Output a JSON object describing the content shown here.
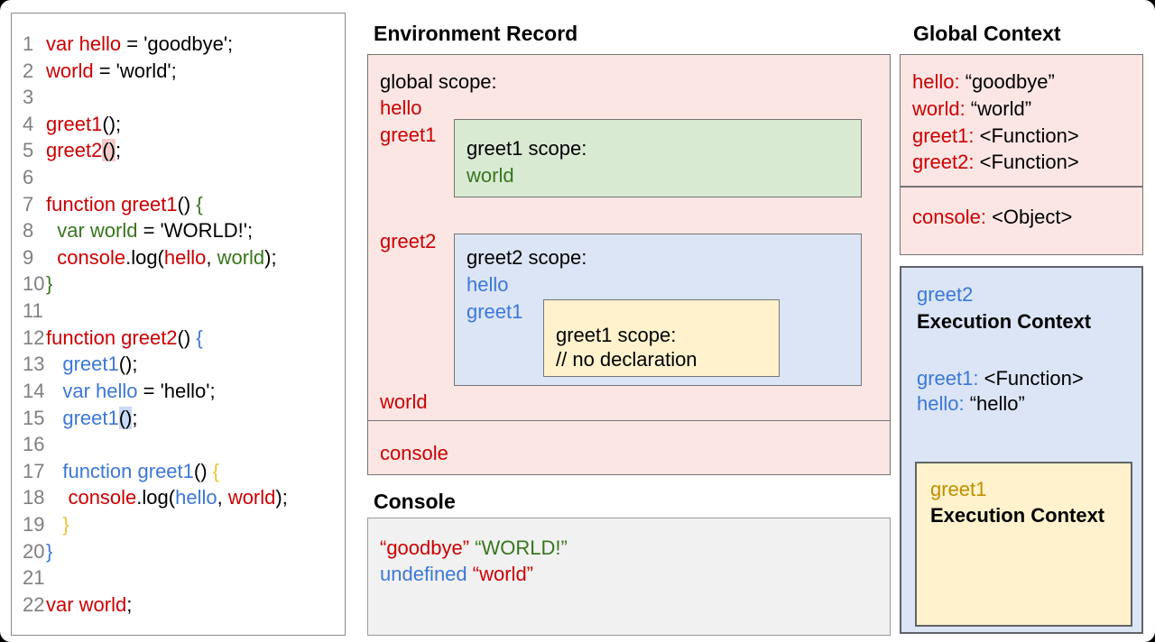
{
  "colors": {
    "red": "#cc0000",
    "green": "#38761d",
    "blue": "#3c78d8",
    "gold": "#bf9000",
    "light_gold": "#f1c232",
    "black": "#000000",
    "gray": "#808080",
    "pink_bg": "#fce6e4",
    "green_bg": "#d9ead3",
    "blue_bg": "#dbe5f6",
    "yellow_bg": "#fff2cc",
    "console_bg": "#f1f1f1",
    "highlight_red": "#f4cccc",
    "highlight_blue": "#c9daf8"
  },
  "code_panel": {
    "lines": [
      {
        "num": "1",
        "tokens": [
          {
            "t": "var hello",
            "c": "red"
          },
          {
            "t": " = 'goodbye';"
          }
        ]
      },
      {
        "num": "2",
        "tokens": [
          {
            "t": "world",
            "c": "red"
          },
          {
            "t": " = 'world';"
          }
        ]
      },
      {
        "num": "3",
        "tokens": []
      },
      {
        "num": "4",
        "tokens": [
          {
            "t": "greet1",
            "c": "red"
          },
          {
            "t": "();"
          }
        ]
      },
      {
        "num": "5",
        "tokens": [
          {
            "t": "greet2",
            "c": "red"
          },
          {
            "t": "()",
            "bg": "highlight_red"
          },
          {
            "t": ";"
          }
        ]
      },
      {
        "num": "6",
        "tokens": []
      },
      {
        "num": "7",
        "tokens": [
          {
            "t": "function greet1",
            "c": "red"
          },
          {
            "t": "() "
          },
          {
            "t": "{",
            "c": "green"
          }
        ]
      },
      {
        "num": "8",
        "tokens": [
          {
            "t": "  "
          },
          {
            "t": "var world",
            "c": "green"
          },
          {
            "t": " = 'WORLD!';"
          }
        ]
      },
      {
        "num": "9",
        "tokens": [
          {
            "t": "  "
          },
          {
            "t": "console",
            "c": "red"
          },
          {
            "t": ".log("
          },
          {
            "t": "hello",
            "c": "red"
          },
          {
            "t": ", "
          },
          {
            "t": "world",
            "c": "green"
          },
          {
            "t": ");"
          }
        ]
      },
      {
        "num": "10",
        "tokens": [
          {
            "t": "}",
            "c": "green"
          }
        ]
      },
      {
        "num": "11",
        "tokens": []
      },
      {
        "num": "12",
        "tokens": [
          {
            "t": "function greet2",
            "c": "red"
          },
          {
            "t": "() "
          },
          {
            "t": "{",
            "c": "blue"
          }
        ]
      },
      {
        "num": "13",
        "tokens": [
          {
            "t": "   "
          },
          {
            "t": "greet1",
            "c": "blue"
          },
          {
            "t": "();"
          }
        ]
      },
      {
        "num": "14",
        "tokens": [
          {
            "t": "   "
          },
          {
            "t": "var hello",
            "c": "blue"
          },
          {
            "t": " = 'hello';"
          }
        ]
      },
      {
        "num": "15",
        "tokens": [
          {
            "t": "   "
          },
          {
            "t": "greet1",
            "c": "blue"
          },
          {
            "t": "()",
            "bg": "highlight_blue"
          },
          {
            "t": ";"
          }
        ]
      },
      {
        "num": "16",
        "tokens": []
      },
      {
        "num": "17",
        "tokens": [
          {
            "t": "   "
          },
          {
            "t": "function greet1",
            "c": "blue"
          },
          {
            "t": "() "
          },
          {
            "t": "{",
            "c": "light_gold"
          }
        ]
      },
      {
        "num": "18",
        "tokens": [
          {
            "t": "    "
          },
          {
            "t": "console",
            "c": "red"
          },
          {
            "t": ".log("
          },
          {
            "t": "hello",
            "c": "blue"
          },
          {
            "t": ", "
          },
          {
            "t": "world",
            "c": "red"
          },
          {
            "t": ");"
          }
        ]
      },
      {
        "num": "19",
        "tokens": [
          {
            "t": "   "
          },
          {
            "t": "}",
            "c": "light_gold"
          }
        ]
      },
      {
        "num": "20",
        "tokens": [
          {
            "t": "}",
            "c": "blue"
          }
        ]
      },
      {
        "num": "21",
        "tokens": []
      },
      {
        "num": "22",
        "tokens": [
          {
            "t": "var world",
            "c": "red"
          },
          {
            "t": ";"
          }
        ]
      }
    ]
  },
  "environment_record": {
    "title": "Environment Record",
    "global_scope": {
      "label": "global scope:",
      "entry_hello": "hello",
      "entry_greet1": "greet1",
      "entry_greet2": "greet2",
      "entry_world": "world"
    },
    "greet1_scope": {
      "label": "greet1 scope:",
      "entry_world": "world"
    },
    "greet2_scope": {
      "label": "greet2 scope:",
      "entry_hello": "hello",
      "entry_greet1": "greet1"
    },
    "inner_greet1_scope": {
      "label": "greet1 scope:",
      "comment": "// no declaration"
    },
    "console_entry": "console"
  },
  "console_panel": {
    "title": "Console",
    "lines": [
      [
        {
          "t": "“goodbye”",
          "c": "red"
        },
        {
          "t": " "
        },
        {
          "t": "“WORLD!”",
          "c": "green"
        }
      ],
      [
        {
          "t": "undefined",
          "c": "blue"
        },
        {
          "t": " "
        },
        {
          "t": "“world”",
          "c": "red"
        }
      ]
    ]
  },
  "global_context": {
    "title": "Global Context",
    "entries": [
      [
        {
          "t": "hello:",
          "c": "red"
        },
        {
          "t": " “goodbye”"
        }
      ],
      [
        {
          "t": "world:",
          "c": "red"
        },
        {
          "t": " “world”"
        }
      ],
      [
        {
          "t": "greet1:",
          "c": "red"
        },
        {
          "t": " <Function>"
        }
      ],
      [
        {
          "t": "greet2:",
          "c": "red"
        },
        {
          "t": " <Function>"
        }
      ]
    ],
    "console_entry": [
      {
        "t": "console:",
        "c": "red"
      },
      {
        "t": " <Object>"
      }
    ]
  },
  "greet2_execution_context": {
    "name": "greet2",
    "title": "Execution Context",
    "entries": [
      [
        {
          "t": "greet1:",
          "c": "blue"
        },
        {
          "t": " <Function>"
        }
      ],
      [
        {
          "t": "hello:",
          "c": "blue"
        },
        {
          "t": " “hello”"
        }
      ]
    ],
    "greet1_execution_context": {
      "name": "greet1",
      "title": "Execution Context"
    }
  }
}
